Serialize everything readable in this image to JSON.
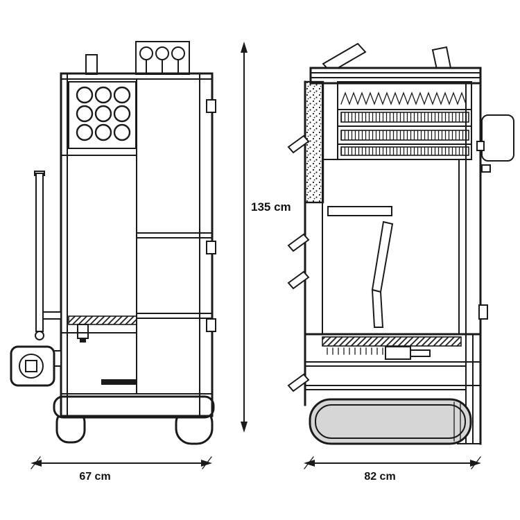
{
  "diagram": {
    "colors": {
      "ink": "#1a1a1a",
      "background": "#ffffff",
      "shade": "#d6d6d6"
    },
    "dimensions": {
      "height": "135 cm",
      "front_width": "67 cm",
      "side_depth": "82 cm"
    }
  }
}
